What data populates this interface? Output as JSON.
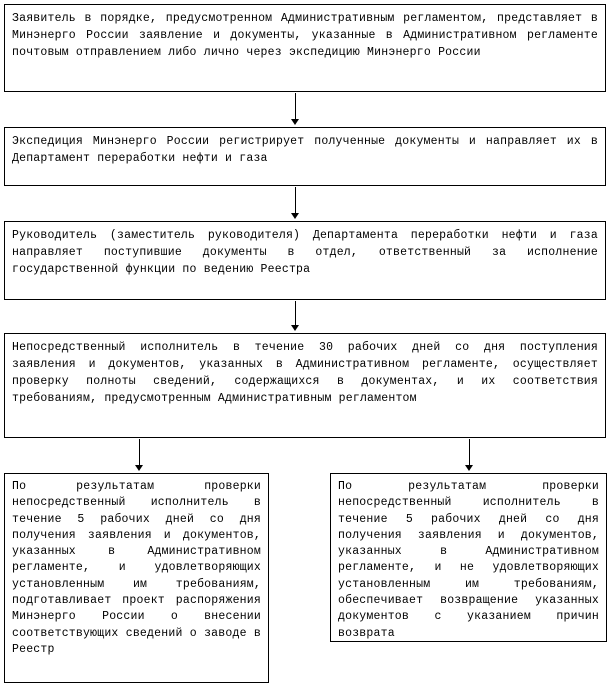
{
  "diagram": {
    "type": "flowchart",
    "language": "ru",
    "line_color": "#000000",
    "background_color": "#ffffff",
    "boxes": [
      {
        "id": "step-1-applicant-submission",
        "text": "Заявитель в порядке, предусмотренном Административным регламентом, представляет в Минэнерго России заявление и документы, указанные в Административном регламенте почтовым отправлением либо лично через экспедицию Минэнерго России"
      },
      {
        "id": "step-2-expedition-registration",
        "text": "Экспедиция Минэнерго России регистрирует полученные документы и направляет их в Департамент переработки нефти и газа"
      },
      {
        "id": "step-3-department-head-routing",
        "text": "Руководитель (заместитель руководителя) Департамента переработки нефти и газа направляет поступившие документы в отдел, ответственный за исполнение государственной функции по ведению Реестра"
      },
      {
        "id": "step-4-executor-verification",
        "text": "Непосредственный исполнитель в течение 30 рабочих дней со дня поступления заявления и документов, указанных в Административном регламенте, осуществляет проверку полноты сведений, содержащихся в документах, и их соответствия требованиям, предусмотренным Административным регламентом"
      },
      {
        "id": "step-5a-positive-result",
        "text": "По результатам проверки непосредственный исполнитель в течение 5 рабочих дней со дня получения заявления и документов, указанных в Административном регламенте, и удовлетворяющих установленным им требованиям, подготавливает проект распоряжения Минэнерго России о внесении соответствующих сведений о заводе в Реестр"
      },
      {
        "id": "step-5b-negative-result",
        "text": "По результатам проверки непосредственный исполнитель в течение 5 рабочих дней со дня получения заявления и документов, указанных в Административном регламенте, и не удовлетворяющих установленным им требованиям, обеспечивает возвращение указанных документов с указанием причин возврата"
      }
    ],
    "arrows": [
      {
        "id": "arrow-1",
        "from": "step-1-applicant-submission",
        "to": "step-2-expedition-registration",
        "direction": "down"
      },
      {
        "id": "arrow-2",
        "from": "step-2-expedition-registration",
        "to": "step-3-department-head-routing",
        "direction": "down"
      },
      {
        "id": "arrow-3",
        "from": "step-3-department-head-routing",
        "to": "step-4-executor-verification",
        "direction": "down"
      },
      {
        "id": "arrow-4",
        "from": "step-4-executor-verification",
        "to": "step-5a-positive-result",
        "direction": "down"
      },
      {
        "id": "arrow-5",
        "from": "step-4-executor-verification",
        "to": "step-5b-negative-result",
        "direction": "down"
      }
    ]
  }
}
